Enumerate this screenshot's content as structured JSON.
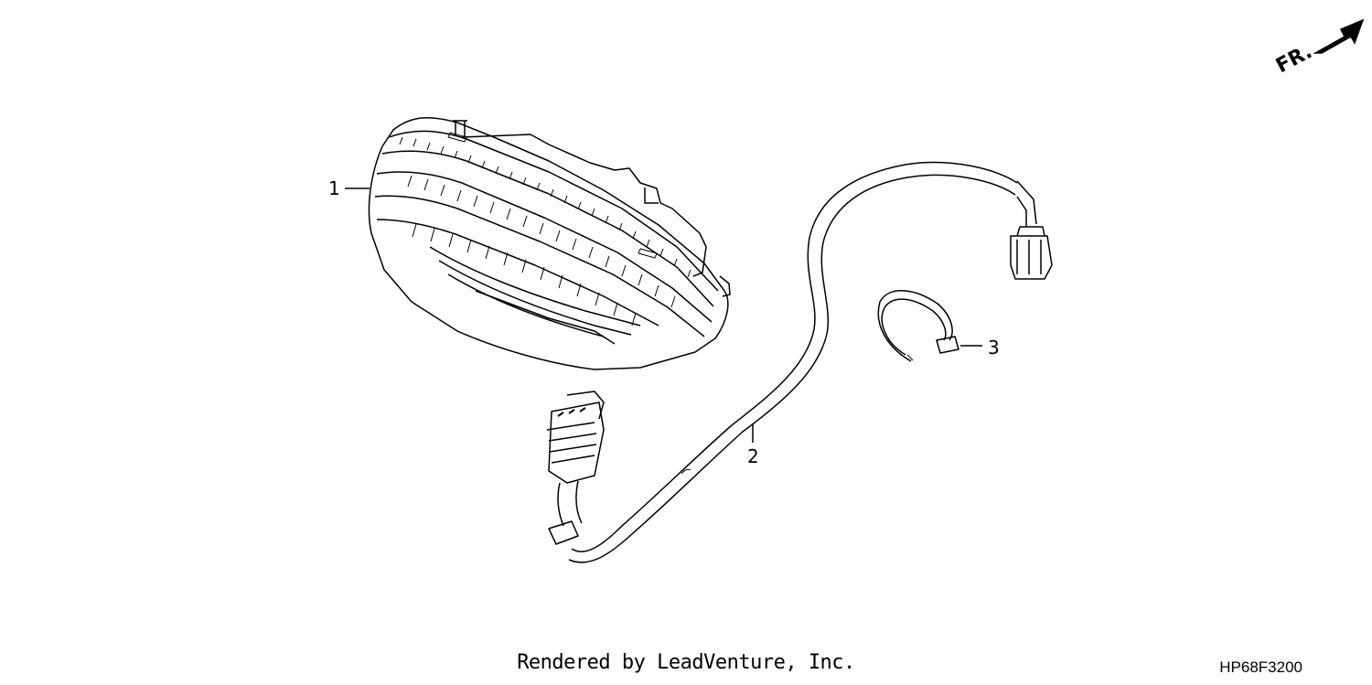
{
  "orientation": {
    "label": "FR.",
    "icon": "arrow-up-right-icon"
  },
  "callouts": [
    {
      "number": "1",
      "part": "taillight-assembly"
    },
    {
      "number": "2",
      "part": "wire-harness"
    },
    {
      "number": "3",
      "part": "cable-tie"
    }
  ],
  "footer": {
    "credit": "Rendered by LeadVenture, Inc.",
    "diagram_code": "HP68F3200"
  },
  "colors": {
    "line": "#000000",
    "background": "#ffffff"
  }
}
